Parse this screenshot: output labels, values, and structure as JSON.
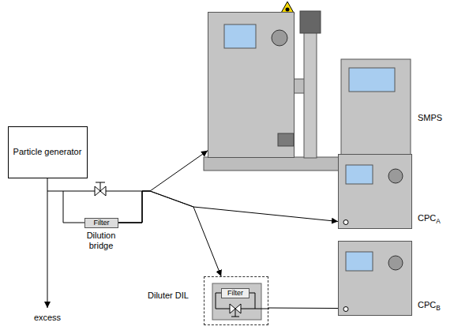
{
  "diagram": {
    "nodes": [
      {
        "text": [
          "Particle generator"
        ]
      },
      {
        "text": [
          "Filter"
        ]
      },
      {
        "text": [
          "SMPS"
        ]
      },
      {
        "text": [
          "CPCA"
        ]
      },
      {
        "text": [
          "CPCB"
        ]
      },
      {
        "text": [
          "Diluter DIL"
        ]
      },
      {
        "text": [
          "Filter"
        ],
        "in": 5
      }
    ],
    "edges": [
      {
        "from": 0,
        "to": 1,
        "arrow": "none"
      },
      {
        "from": 1,
        "to": 2,
        "arrow": "to"
      },
      {
        "from": 1,
        "to": 3,
        "arrow": "to"
      },
      {
        "from": 1,
        "to": 5,
        "arrow": "to"
      },
      {
        "from": 5,
        "to": 4,
        "arrow": "none"
      }
    ],
    "labels": [
      "Dilution bridge",
      "excess"
    ]
  }
}
